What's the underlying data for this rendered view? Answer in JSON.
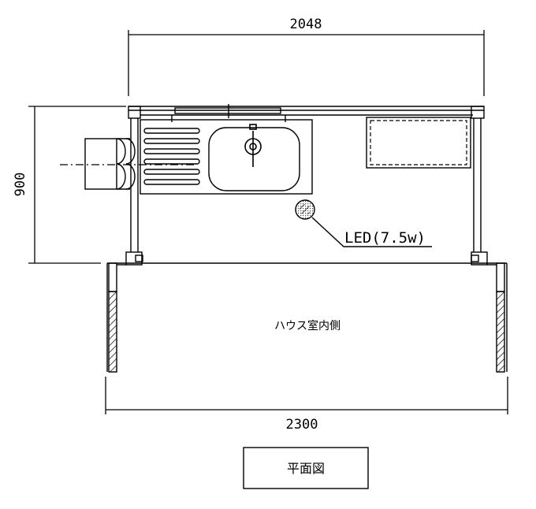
{
  "dimensions": {
    "top_width": "2048",
    "bottom_width": "2300",
    "depth": "900"
  },
  "labels": {
    "led": "LED(7.5w)",
    "interior_side": "ハウス室内側",
    "drawing_title": "平面図"
  }
}
